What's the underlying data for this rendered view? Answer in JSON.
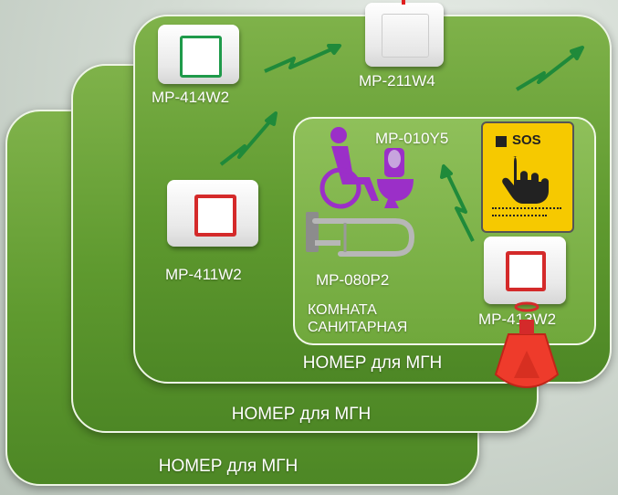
{
  "panels": {
    "outer_title": "НОМЕР для МГН",
    "middle_title": "НОМЕР для МГН",
    "inner_title": "НОМЕР для МГН"
  },
  "room": {
    "title_line1": "КОМНАТА",
    "title_line2": "САНИТАРНАЯ"
  },
  "devices": {
    "mp414": "MP-414W2",
    "mp211": "MP-211W4",
    "mp411": "MP-411W2",
    "mp010": "MP-010Y5",
    "mp080": "MP-080P2",
    "mp413": "MP-413W2"
  },
  "sign": {
    "sos": "SOS"
  },
  "colors": {
    "panel_green": "#6aa537",
    "signal_green": "#1f8a3a",
    "accessibility_purple": "#9b2fc8",
    "sign_yellow": "#f6c900",
    "alarm_red": "#d42a2a",
    "pendant_red": "#ee3b2b"
  }
}
